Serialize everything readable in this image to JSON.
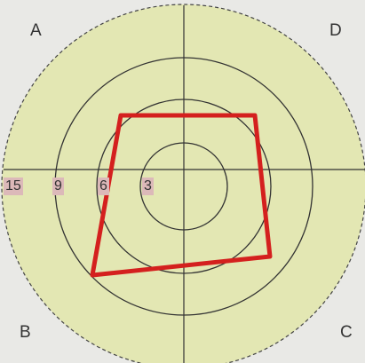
{
  "diagram": {
    "corner_labels": [
      "A",
      "D",
      "B",
      "C"
    ],
    "ring_labels": [
      "15",
      "9",
      "6",
      "3"
    ],
    "colors": {
      "disk": "#e3e7b3",
      "ring_stroke": "#333333",
      "quad_stroke": "#d4201e",
      "label_bg": "#dcb9b9",
      "page_bg": "#e9e9e6"
    },
    "shape": "red-quadrilateral"
  }
}
